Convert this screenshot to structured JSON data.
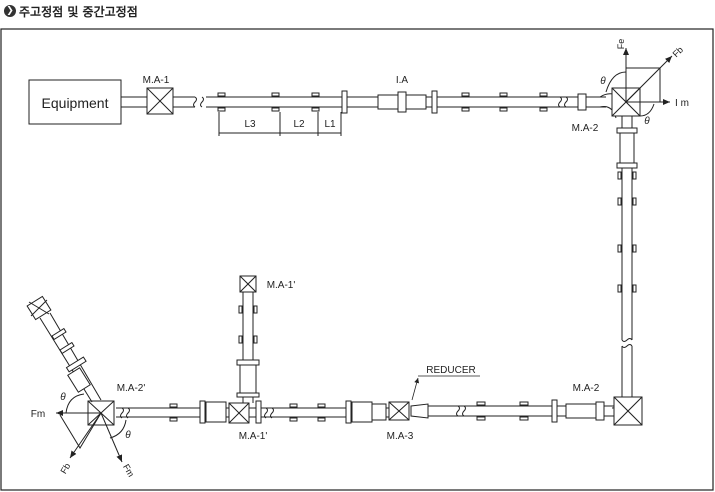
{
  "header": {
    "bullet_icon": "chevron-right-circle-icon",
    "title": "주고정점 및 중간고정점"
  },
  "labels": {
    "equipment": "Equipment",
    "ma1": "M.A-1",
    "ia": "I.A",
    "l3": "L3",
    "l2": "L2",
    "l1": "L1",
    "ma2_top": "M.A-2",
    "fe": "Fe",
    "fb_top": "Fb",
    "im": "I m",
    "theta_top_1": "θ",
    "theta_top_2": "θ",
    "ma1p_top": "M.A-1'",
    "ma2p": "M.A-2'",
    "fm_left": "Fm",
    "fb_left": "Fb",
    "fm_bottom": "Fm",
    "theta_left_1": "θ",
    "theta_left_2": "θ",
    "ma1p_bottom": "M.A-1'",
    "ma3": "M.A-3",
    "reducer": "REDUCER",
    "ma2_bottom": "M.A-2"
  }
}
